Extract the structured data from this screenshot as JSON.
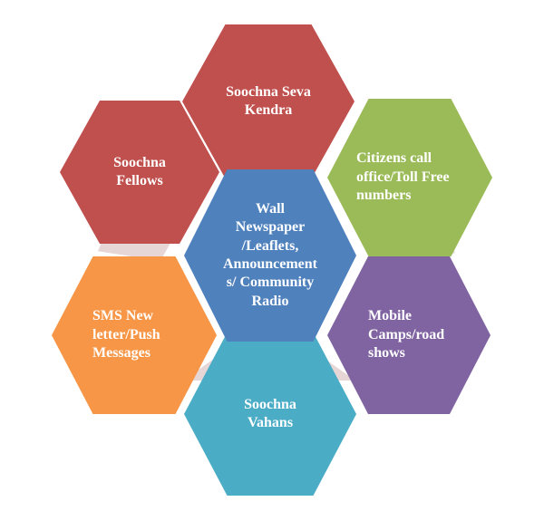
{
  "diagram": {
    "type": "hexagon-cluster",
    "background": "#FFFFFF",
    "shadow_color": "#E7D6D6",
    "center": {
      "label": "Wall Newspaper /Leaflets, Announcements/ Community Radio",
      "color": "#4F81BD"
    },
    "nodes": [
      {
        "position": "top",
        "label": "Soochna Seva Kendra",
        "color": "#C0504D"
      },
      {
        "position": "top-right",
        "label": "Citizens call office/Toll Free numbers",
        "color": "#9BBB59"
      },
      {
        "position": "bottom-right",
        "label": "Mobile Camps/road shows",
        "color": "#8064A2"
      },
      {
        "position": "bottom",
        "label": "Soochna Vahans",
        "color": "#4BACC6"
      },
      {
        "position": "bottom-left",
        "label": "SMS New letter/Push Messages",
        "color": "#F79646"
      },
      {
        "position": "top-left",
        "label": "Soochna Fellows",
        "color": "#C0504D"
      }
    ]
  }
}
